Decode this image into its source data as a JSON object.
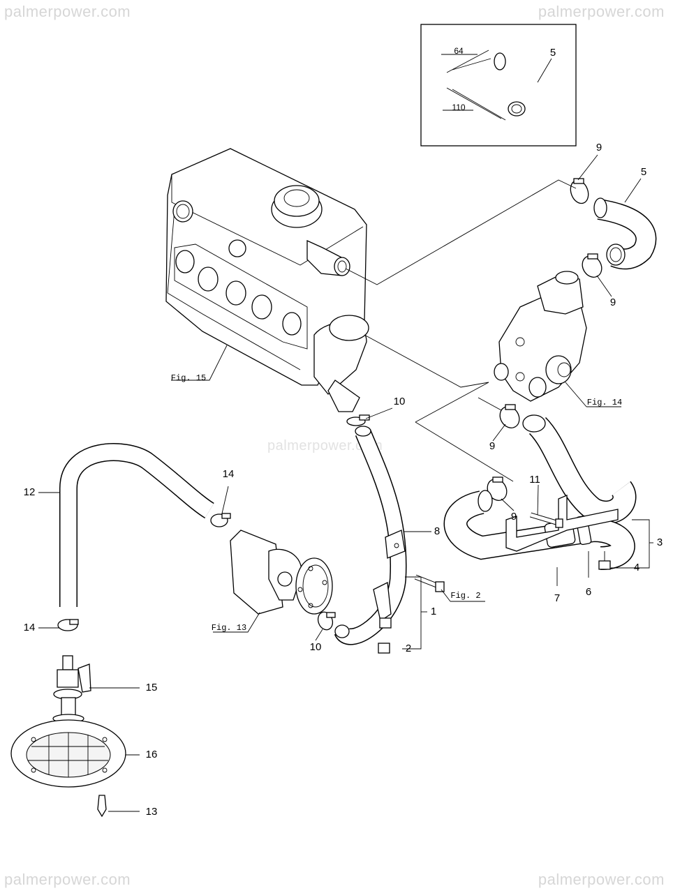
{
  "watermarks": {
    "top_left": "palmerpower.com",
    "top_right": "palmerpower.com",
    "center": "palmerpower.com",
    "bottom_left": "palmerpower.com",
    "bottom_right": "palmerpower.com"
  },
  "inset": {
    "dim_short": "64",
    "dim_long": "110",
    "part": "5"
  },
  "figure_refs": {
    "fig15": "Fig. 15",
    "fig14": "Fig. 14",
    "fig13": "Fig. 13",
    "fig2": "Fig. 2"
  },
  "part_labels": {
    "p1": "1",
    "p2": "2",
    "p3": "3",
    "p4": "4",
    "p5": "5",
    "p6": "6",
    "p7": "7",
    "p8": "8",
    "p9a": "9",
    "p9b": "9",
    "p9c": "9",
    "p9d": "9",
    "p10a": "10",
    "p10b": "10",
    "p11": "11",
    "p12": "12",
    "p13": "13",
    "p14a": "14",
    "p14b": "14",
    "p15": "15",
    "p16": "16"
  }
}
